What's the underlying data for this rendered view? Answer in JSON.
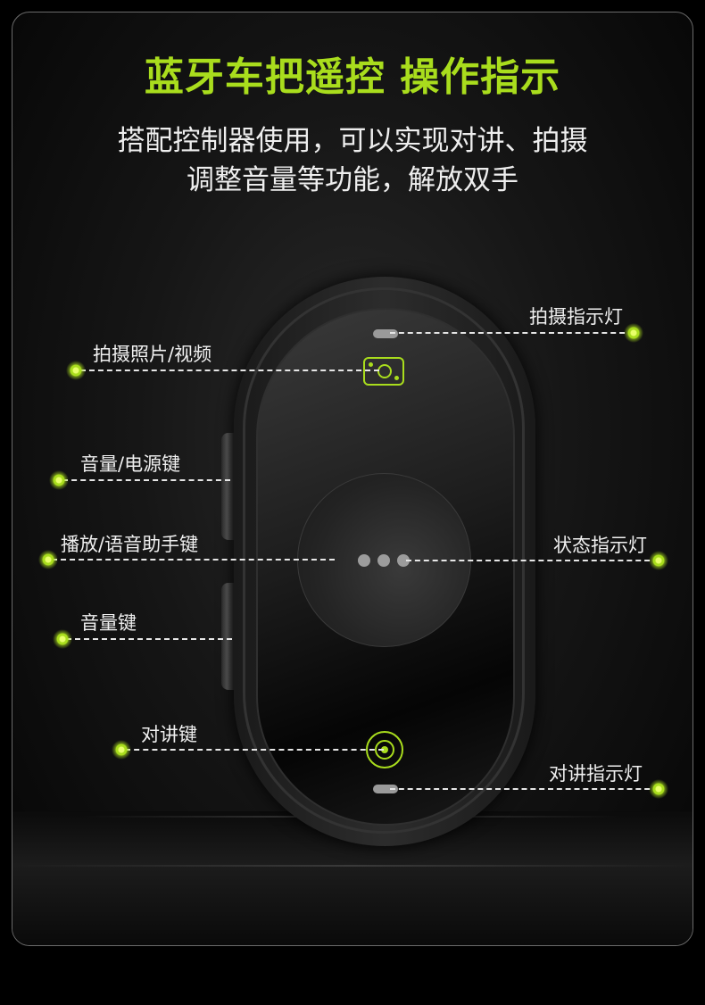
{
  "title": "蓝牙车把遥控 操作指示",
  "subtitle_lines": [
    "搭配控制器使用，可以实现对讲、拍摄",
    "调整音量等功能，解放双手"
  ],
  "accent_color": "#a9dd1d",
  "callouts": {
    "photo_led": "拍摄指示灯",
    "photo_video": "拍摄照片/视频",
    "volume_power": "音量/电源键",
    "play_voice": "播放/语音助手键",
    "status_led": "状态指示灯",
    "volume": "音量键",
    "talk": "对讲键",
    "talk_led": "对讲指示灯"
  }
}
